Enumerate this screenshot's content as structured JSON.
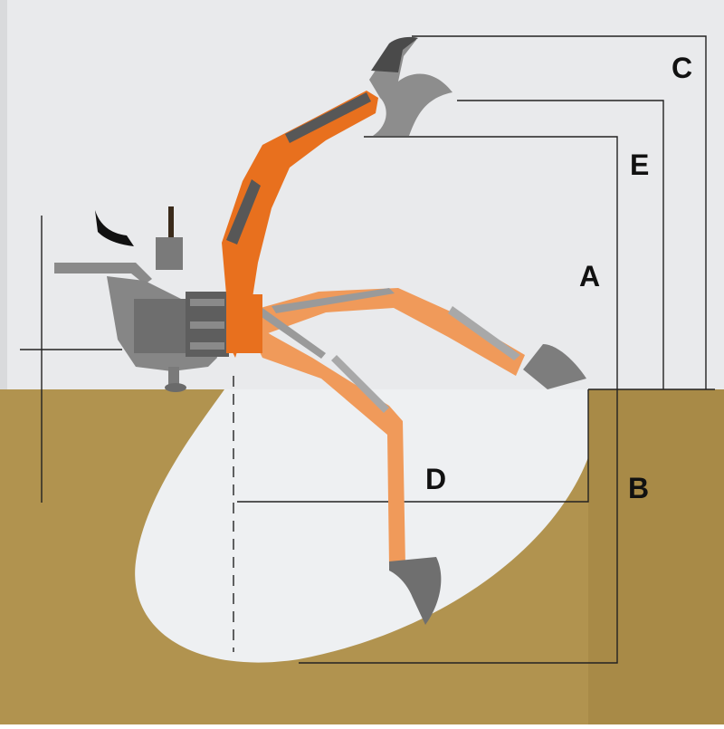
{
  "diagram": {
    "labels": {
      "a": "A",
      "b": "B",
      "c": "C",
      "d": "D",
      "e": "E"
    },
    "colors": {
      "sky": "#e9eaec",
      "ground": "#b1934f",
      "ground_dark": "#a88a47",
      "excavation": "#eef0f2",
      "boom_main": "#e8701e",
      "boom_ghost": "#f09a5a",
      "machine_gray": "#7f7f7f",
      "machine_dark": "#555555",
      "bucket_gray": "#8d8d8d",
      "cylinder": "#6c6c6c",
      "line": "#222222"
    }
  }
}
